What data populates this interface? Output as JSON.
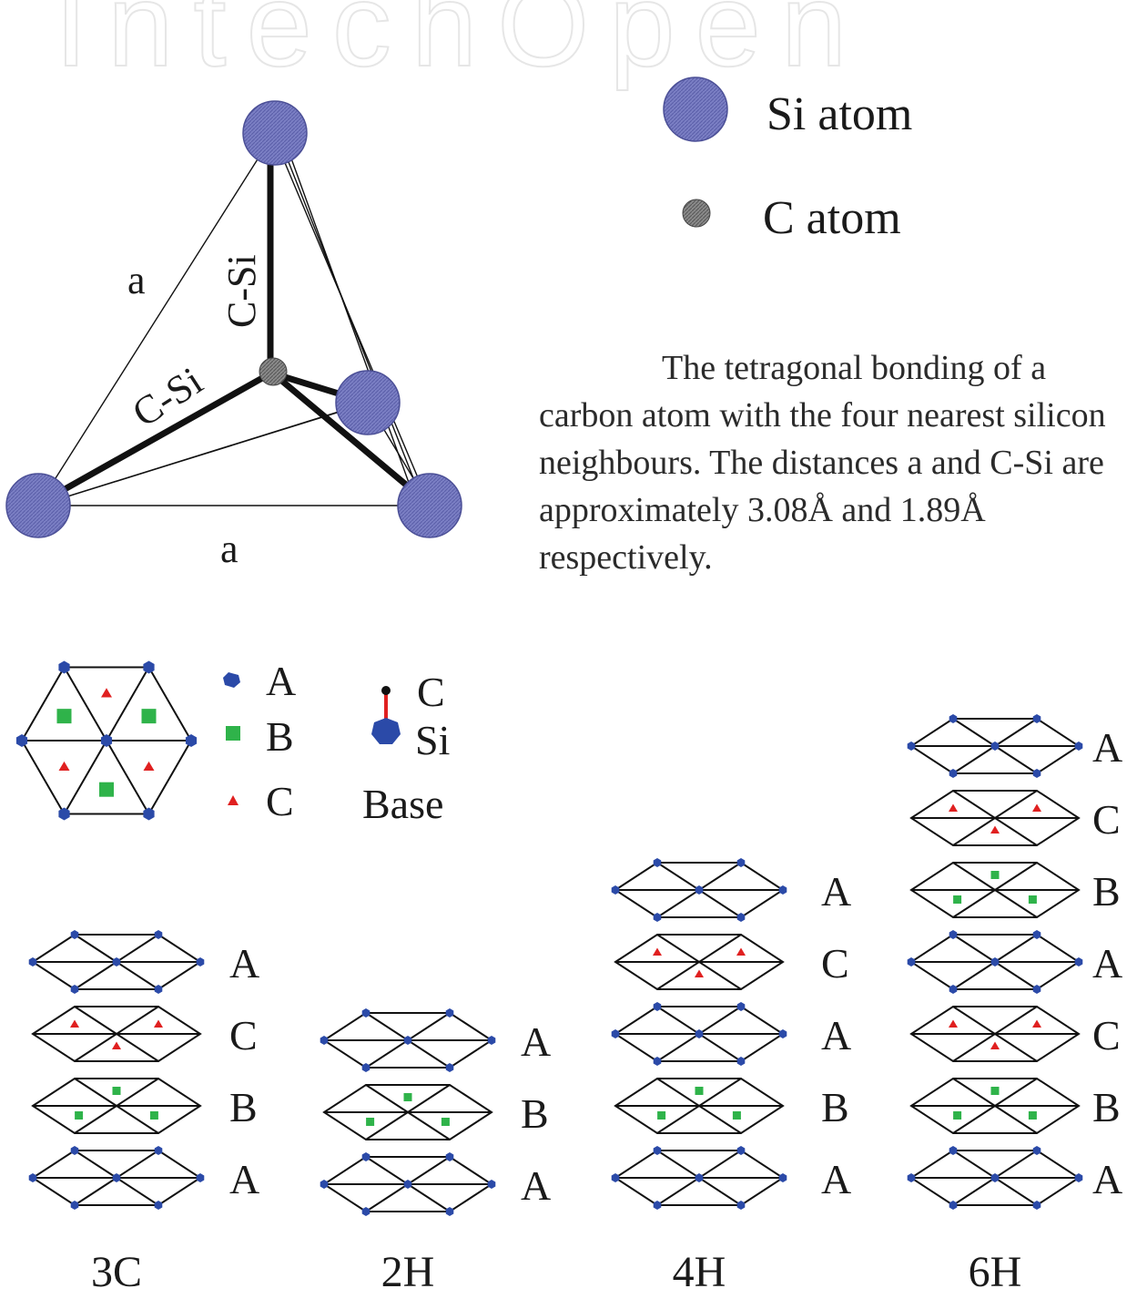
{
  "watermark": "IntechOpen",
  "tetrahedron": {
    "edge_label_left": "a",
    "edge_label_bottom": "a",
    "bond_label_vertical": "C-Si",
    "bond_label_diagonal": "C-Si"
  },
  "legend_atoms": {
    "si_label": "Si atom",
    "c_label": "C atom"
  },
  "caption": "The tetragonal bonding of a carbon atom with the four nearest silicon neighbours.  The distances a and C-Si are approximately 3.08Å and 1.89Å respectively.",
  "legend_sites": {
    "a_label": "A",
    "b_label": "B",
    "c_label": "C",
    "base_c": "C",
    "base_si": "Si",
    "base_label": "Base"
  },
  "polytypes": [
    {
      "name": "3C",
      "layers": [
        "A",
        "C",
        "B",
        "A"
      ]
    },
    {
      "name": "2H",
      "layers": [
        "A",
        "B",
        "A"
      ]
    },
    {
      "name": "4H",
      "layers": [
        "A",
        "C",
        "A",
        "B",
        "A"
      ]
    },
    {
      "name": "6H",
      "layers": [
        "A",
        "C",
        "B",
        "A",
        "C",
        "B",
        "A"
      ]
    }
  ],
  "colors": {
    "si_fill": "#7b7fc4",
    "c_fill": "#7a7a7a",
    "site_a": "#2b4aa8",
    "site_b": "#2fb34a",
    "site_c": "#e02020",
    "base_stick": "#e02020"
  }
}
